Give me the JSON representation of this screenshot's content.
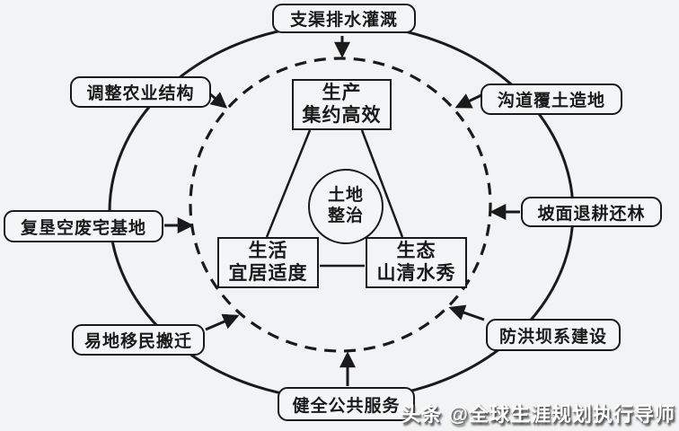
{
  "diagram": {
    "type": "concentric-circle-concept-diagram",
    "topic": "土地整治 (land remediation) goals and measures",
    "colors": {
      "background": "#f2f3f5",
      "ink": "#1a1a1a",
      "watermark_text": "#ffffff",
      "watermark_shadow": "#4a4a4a"
    }
  },
  "center_circle": {
    "line1": "土地",
    "line2": "整治"
  },
  "triangle_nodes": {
    "production": {
      "line1": "生产",
      "line2": "集约高效"
    },
    "living": {
      "line1": "生活",
      "line2": "宜居适度"
    },
    "ecology": {
      "line1": "生态",
      "line2": "山清水秀"
    }
  },
  "measures": {
    "top": "支渠排水灌溉",
    "top_left": "调整农业结构",
    "top_right": "沟道覆土造地",
    "left": "复垦空废宅基地",
    "right": "坡面退耕还林",
    "bottom_left": "易地移民搬迁",
    "bottom_right": "防洪坝系建设",
    "bottom": "健全公共服务"
  },
  "watermark": "头条 @全球生涯规划执行导师"
}
